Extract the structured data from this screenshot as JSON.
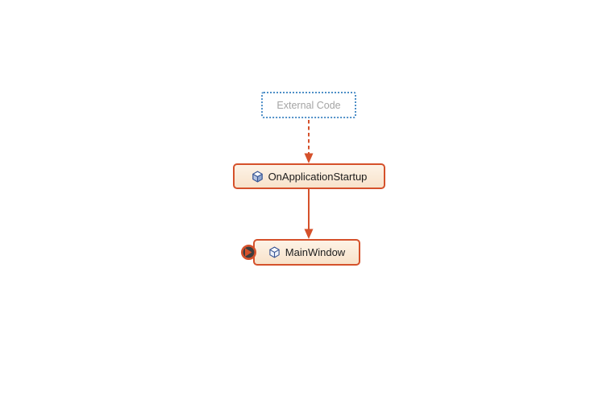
{
  "diagram": {
    "title": "code-map-dependency-graph",
    "nodes": {
      "external": {
        "label": "External Code",
        "type": "external-group"
      },
      "startup": {
        "label": "OnApplicationStartup",
        "type": "method"
      },
      "mainwindow": {
        "label": "MainWindow",
        "type": "method"
      }
    },
    "edges": [
      {
        "name": "edge-external-to-startup",
        "from": "External Code",
        "to": "OnApplicationStartup",
        "style": "dashed"
      },
      {
        "name": "edge-startup-to-mainwindow",
        "from": "OnApplicationStartup",
        "to": "MainWindow",
        "style": "solid"
      }
    ],
    "icons": {
      "method": "cube-icon",
      "badge": "expand-incoming-links-badge-icon"
    },
    "colors": {
      "accent_orange": "#d5512b",
      "node_fill_top": "#fdf3e7",
      "node_fill_bottom": "#f8e2ca",
      "node_text": "#1c1c1c",
      "external_border_blue": "#4e8fc7",
      "external_text_gray": "#a4a4a4",
      "badge_fill_dark": "#3d3d3d",
      "icon_blue": "#3a5795",
      "background": "#ffffff"
    }
  }
}
